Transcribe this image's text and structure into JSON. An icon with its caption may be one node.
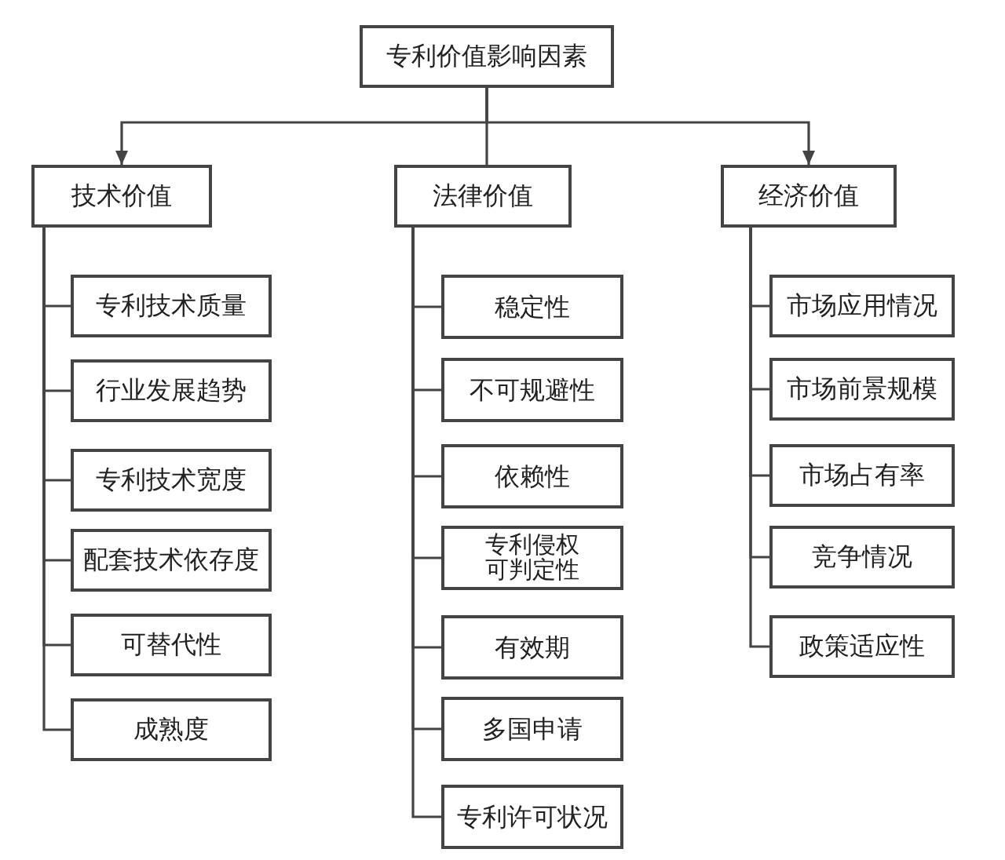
{
  "diagram": {
    "nodes": [
      {
        "text": [
          "专利价值影响因素"
        ]
      },
      {
        "text": [
          "技术价值"
        ]
      },
      {
        "text": [
          "法律价值"
        ]
      },
      {
        "text": [
          "经济价值"
        ]
      },
      {
        "text": [
          "专利技术质量"
        ]
      },
      {
        "text": [
          "行业发展趋势"
        ]
      },
      {
        "text": [
          "专利技术宽度"
        ]
      },
      {
        "text": [
          "配套技术依存度"
        ]
      },
      {
        "text": [
          "可替代性"
        ]
      },
      {
        "text": [
          "成熟度"
        ]
      },
      {
        "text": [
          "稳定性"
        ]
      },
      {
        "text": [
          "不可规避性"
        ]
      },
      {
        "text": [
          "依赖性"
        ]
      },
      {
        "text": [
          "专利侵权可判定性"
        ]
      },
      {
        "text": [
          "有效期"
        ]
      },
      {
        "text": [
          "多国申请"
        ]
      },
      {
        "text": [
          "专利许可状况"
        ]
      },
      {
        "text": [
          "市场应用情况"
        ]
      },
      {
        "text": [
          "市场前景规模"
        ]
      },
      {
        "text": [
          "市场占有率"
        ]
      },
      {
        "text": [
          "竞争情况"
        ]
      },
      {
        "text": [
          "政策适应性"
        ]
      }
    ],
    "edges": [
      {
        "from": 0,
        "to": 1,
        "arrow": "to"
      },
      {
        "from": 0,
        "to": 2,
        "arrow": "none"
      },
      {
        "from": 0,
        "to": 3,
        "arrow": "to"
      },
      {
        "from": 1,
        "to": 4,
        "arrow": "none"
      },
      {
        "from": 1,
        "to": 5,
        "arrow": "none"
      },
      {
        "from": 1,
        "to": 6,
        "arrow": "none"
      },
      {
        "from": 1,
        "to": 7,
        "arrow": "none"
      },
      {
        "from": 1,
        "to": 8,
        "arrow": "none"
      },
      {
        "from": 1,
        "to": 9,
        "arrow": "none"
      },
      {
        "from": 2,
        "to": 10,
        "arrow": "none"
      },
      {
        "from": 2,
        "to": 11,
        "arrow": "none"
      },
      {
        "from": 2,
        "to": 12,
        "arrow": "none"
      },
      {
        "from": 2,
        "to": 13,
        "arrow": "none"
      },
      {
        "from": 2,
        "to": 14,
        "arrow": "none"
      },
      {
        "from": 2,
        "to": 15,
        "arrow": "none"
      },
      {
        "from": 2,
        "to": 16,
        "arrow": "none"
      },
      {
        "from": 3,
        "to": 17,
        "arrow": "none"
      },
      {
        "from": 3,
        "to": 18,
        "arrow": "none"
      },
      {
        "from": 3,
        "to": 19,
        "arrow": "none"
      },
      {
        "from": 3,
        "to": 20,
        "arrow": "none"
      },
      {
        "from": 3,
        "to": 21,
        "arrow": "none"
      }
    ]
  }
}
